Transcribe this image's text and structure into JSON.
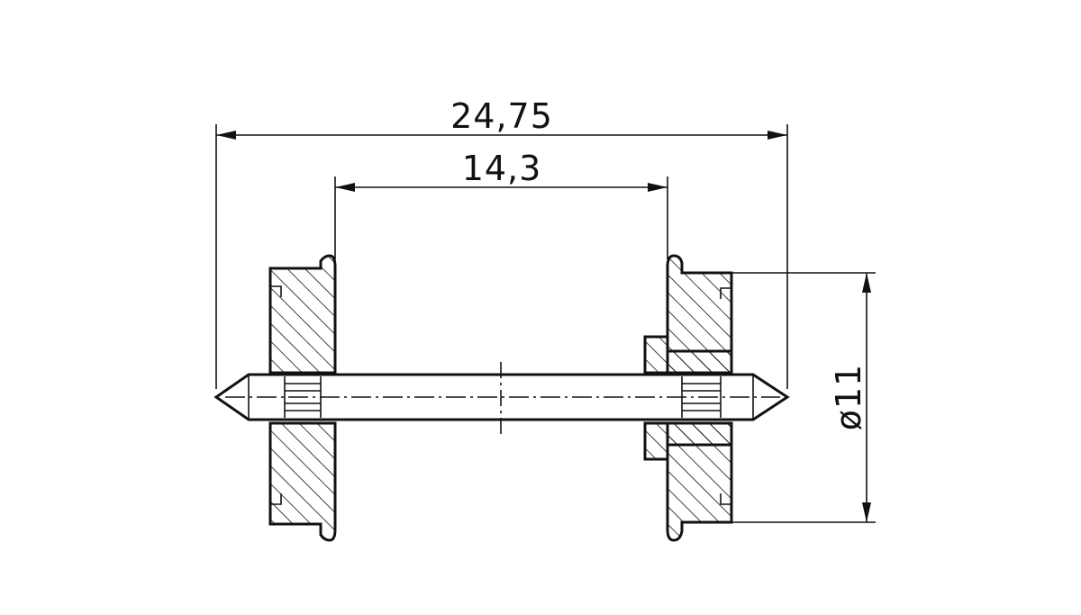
{
  "dimensions": {
    "overall_length": "24,75",
    "back_to_back": "14,3",
    "wheel_diameter": "ø11"
  }
}
